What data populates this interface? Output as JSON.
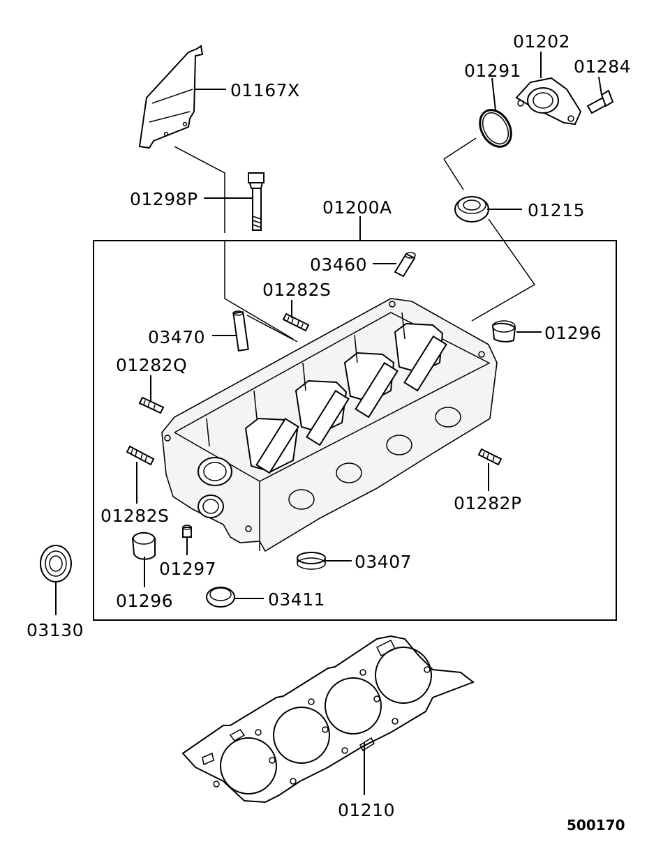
{
  "diagram": {
    "ref_code": "500170",
    "labels": {
      "l01167X": "01167X",
      "l01202": "01202",
      "l01291": "01291",
      "l01284": "01284",
      "l01298P": "01298P",
      "l01200A": "01200A",
      "l01215": "01215",
      "l03460": "03460",
      "l01282S_top": "01282S",
      "l03470": "03470",
      "l01296_right": "01296",
      "l01282Q": "01282Q",
      "l01282P": "01282P",
      "l01282S_left": "01282S",
      "l01297": "01297",
      "l03407": "03407",
      "l01296_bottom": "01296",
      "l03411": "03411",
      "l03130": "03130",
      "l01210": "01210"
    }
  }
}
